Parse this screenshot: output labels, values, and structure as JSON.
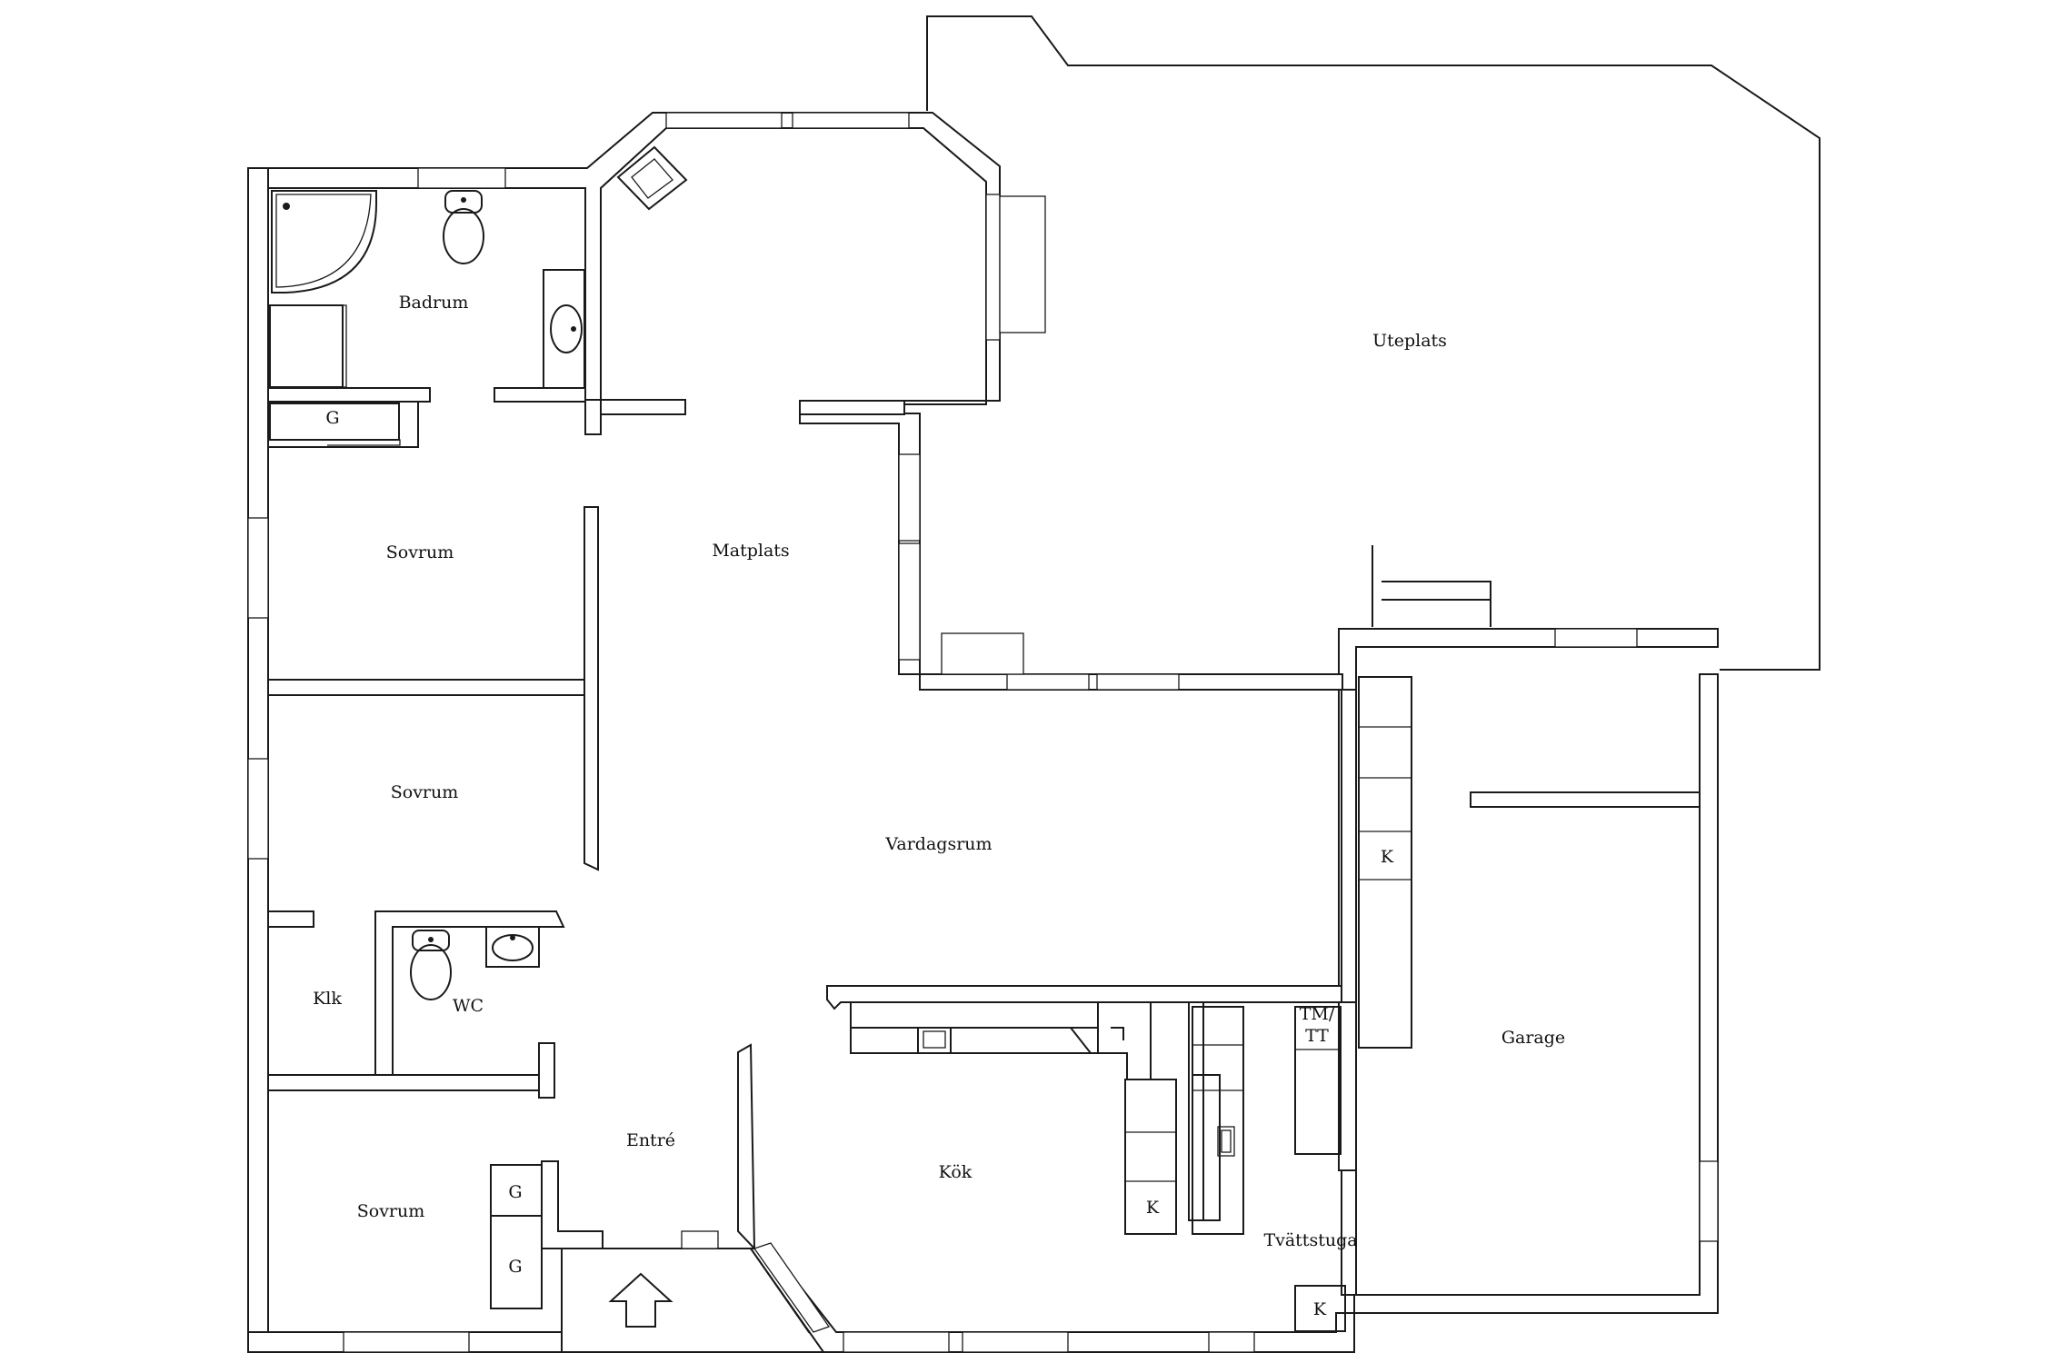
{
  "rooms": {
    "badrum": "Badrum",
    "matplats": "Matplats",
    "uteplats": "Uteplats",
    "sovrum_1": "Sovrum",
    "sovrum_2": "Sovrum",
    "sovrum_3": "Sovrum",
    "vardagsrum": "Vardagsrum",
    "klk": "Klk",
    "wc": "WC",
    "entre": "Entré",
    "kok": "Kök",
    "tvattstuga": "Tvättstuga",
    "garage": "Garage"
  },
  "fixtures": {
    "g_hall": "G",
    "g_entre_1": "G",
    "g_entre_2": "G",
    "k_garage": "K",
    "k_kok": "K",
    "k_tvatt": "K",
    "tm_tt_line1": "TM/",
    "tm_tt_line2": "TT"
  },
  "icons": {
    "entrance": "entrance-arrow-icon",
    "bathtub": "corner-bathtub-icon",
    "toilet": "toilet-icon",
    "sink": "sink-icon",
    "fireplace": "fireplace-icon",
    "stove": "stove-icon"
  }
}
